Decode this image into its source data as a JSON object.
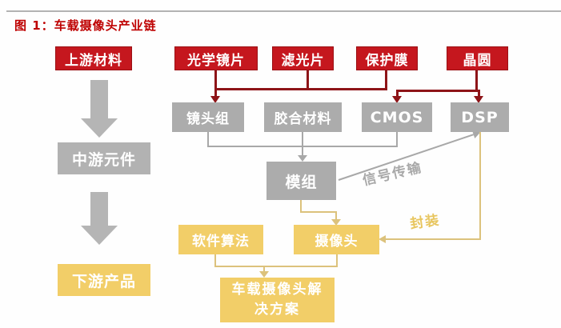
{
  "title": "图 1：车载摄像头产业链",
  "colors": {
    "red_box": "#c5171e",
    "red_line": "#8e1418",
    "gray_box": "#acacac",
    "gray_line": "#a8a8a8",
    "yellow_box": "#f2ce68",
    "yellow_line": "#dcc27c",
    "title_text": "#be0000"
  },
  "chain_stages": {
    "upstream": "上游材料",
    "midstream": "中游元件",
    "downstream": "下游产品"
  },
  "upstream_materials": {
    "optical_lens": "光学镜片",
    "filter": "滤光片",
    "protective_film": "保护膜",
    "wafer": "晶圆"
  },
  "midstream_components": {
    "lens_group": "镜头组",
    "adhesive": "胶合材料",
    "cmos": "CMOS",
    "dsp": "DSP",
    "module": "模组"
  },
  "downstream_products": {
    "software_algorithm": "软件算法",
    "camera": "摄像头",
    "solution_line1": "车载摄像头解",
    "solution_line2": "决方案"
  },
  "edge_labels": {
    "signal_transmission": "信号传输",
    "packaging": "封装"
  }
}
